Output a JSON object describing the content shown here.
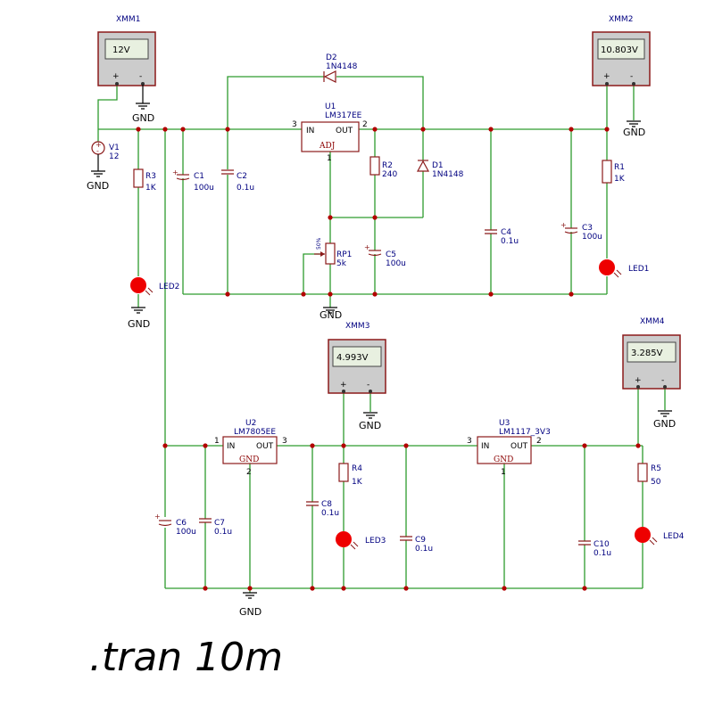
{
  "meters": [
    {
      "id": "meter-xmm1",
      "name": "XMM1",
      "reading": "12V"
    },
    {
      "id": "meter-xmm2",
      "name": "XMM2",
      "reading": "10.803V"
    },
    {
      "id": "meter-xmm3",
      "name": "XMM3",
      "reading": "4.993V"
    },
    {
      "id": "meter-xmm4",
      "name": "XMM4",
      "reading": "3.285V"
    }
  ],
  "meter_plus": "+",
  "meter_minus": "-",
  "gnd_label": "GND",
  "source": {
    "ref": "V1",
    "value": "12"
  },
  "resistors": [
    {
      "ref": "R1",
      "value": "1K"
    },
    {
      "ref": "R2",
      "value": "240"
    },
    {
      "ref": "R3",
      "value": "1K"
    },
    {
      "ref": "R4",
      "value": "1K"
    },
    {
      "ref": "R5",
      "value": "50"
    }
  ],
  "pot": {
    "ref": "RP1",
    "value": "5k",
    "setting": "50%"
  },
  "capacitors": [
    {
      "ref": "C1",
      "value": "100u"
    },
    {
      "ref": "C2",
      "value": "0.1u"
    },
    {
      "ref": "C3",
      "value": "100u"
    },
    {
      "ref": "C4",
      "value": "0.1u"
    },
    {
      "ref": "C5",
      "value": "100u"
    },
    {
      "ref": "C6",
      "value": "100u"
    },
    {
      "ref": "C7",
      "value": "0.1u"
    },
    {
      "ref": "C8",
      "value": "0.1u"
    },
    {
      "ref": "C9",
      "value": "0.1u"
    },
    {
      "ref": "C10",
      "value": "0.1u"
    }
  ],
  "diodes": [
    {
      "ref": "D1",
      "value": "1N4148"
    },
    {
      "ref": "D2",
      "value": "1N4148"
    }
  ],
  "leds": [
    "LED1",
    "LED2",
    "LED3",
    "LED4"
  ],
  "regulators": [
    {
      "ref": "U1",
      "part": "LM317EE",
      "in": "IN",
      "out": "OUT",
      "adj": "ADJ",
      "pin_in": "3",
      "pin_out": "2",
      "pin_adj": "1"
    },
    {
      "ref": "U2",
      "part": "LM7805EE",
      "in": "IN",
      "out": "OUT",
      "gnd": "GND",
      "pin_in": "1",
      "pin_out": "3",
      "pin_gnd": "2"
    },
    {
      "ref": "U3",
      "part": "LM1117_3V3",
      "in": "IN",
      "out": "OUT",
      "gnd": "GND",
      "pin_in": "3",
      "pin_out": "2",
      "pin_gnd": "1"
    }
  ],
  "sim_command": ".tran 10m"
}
